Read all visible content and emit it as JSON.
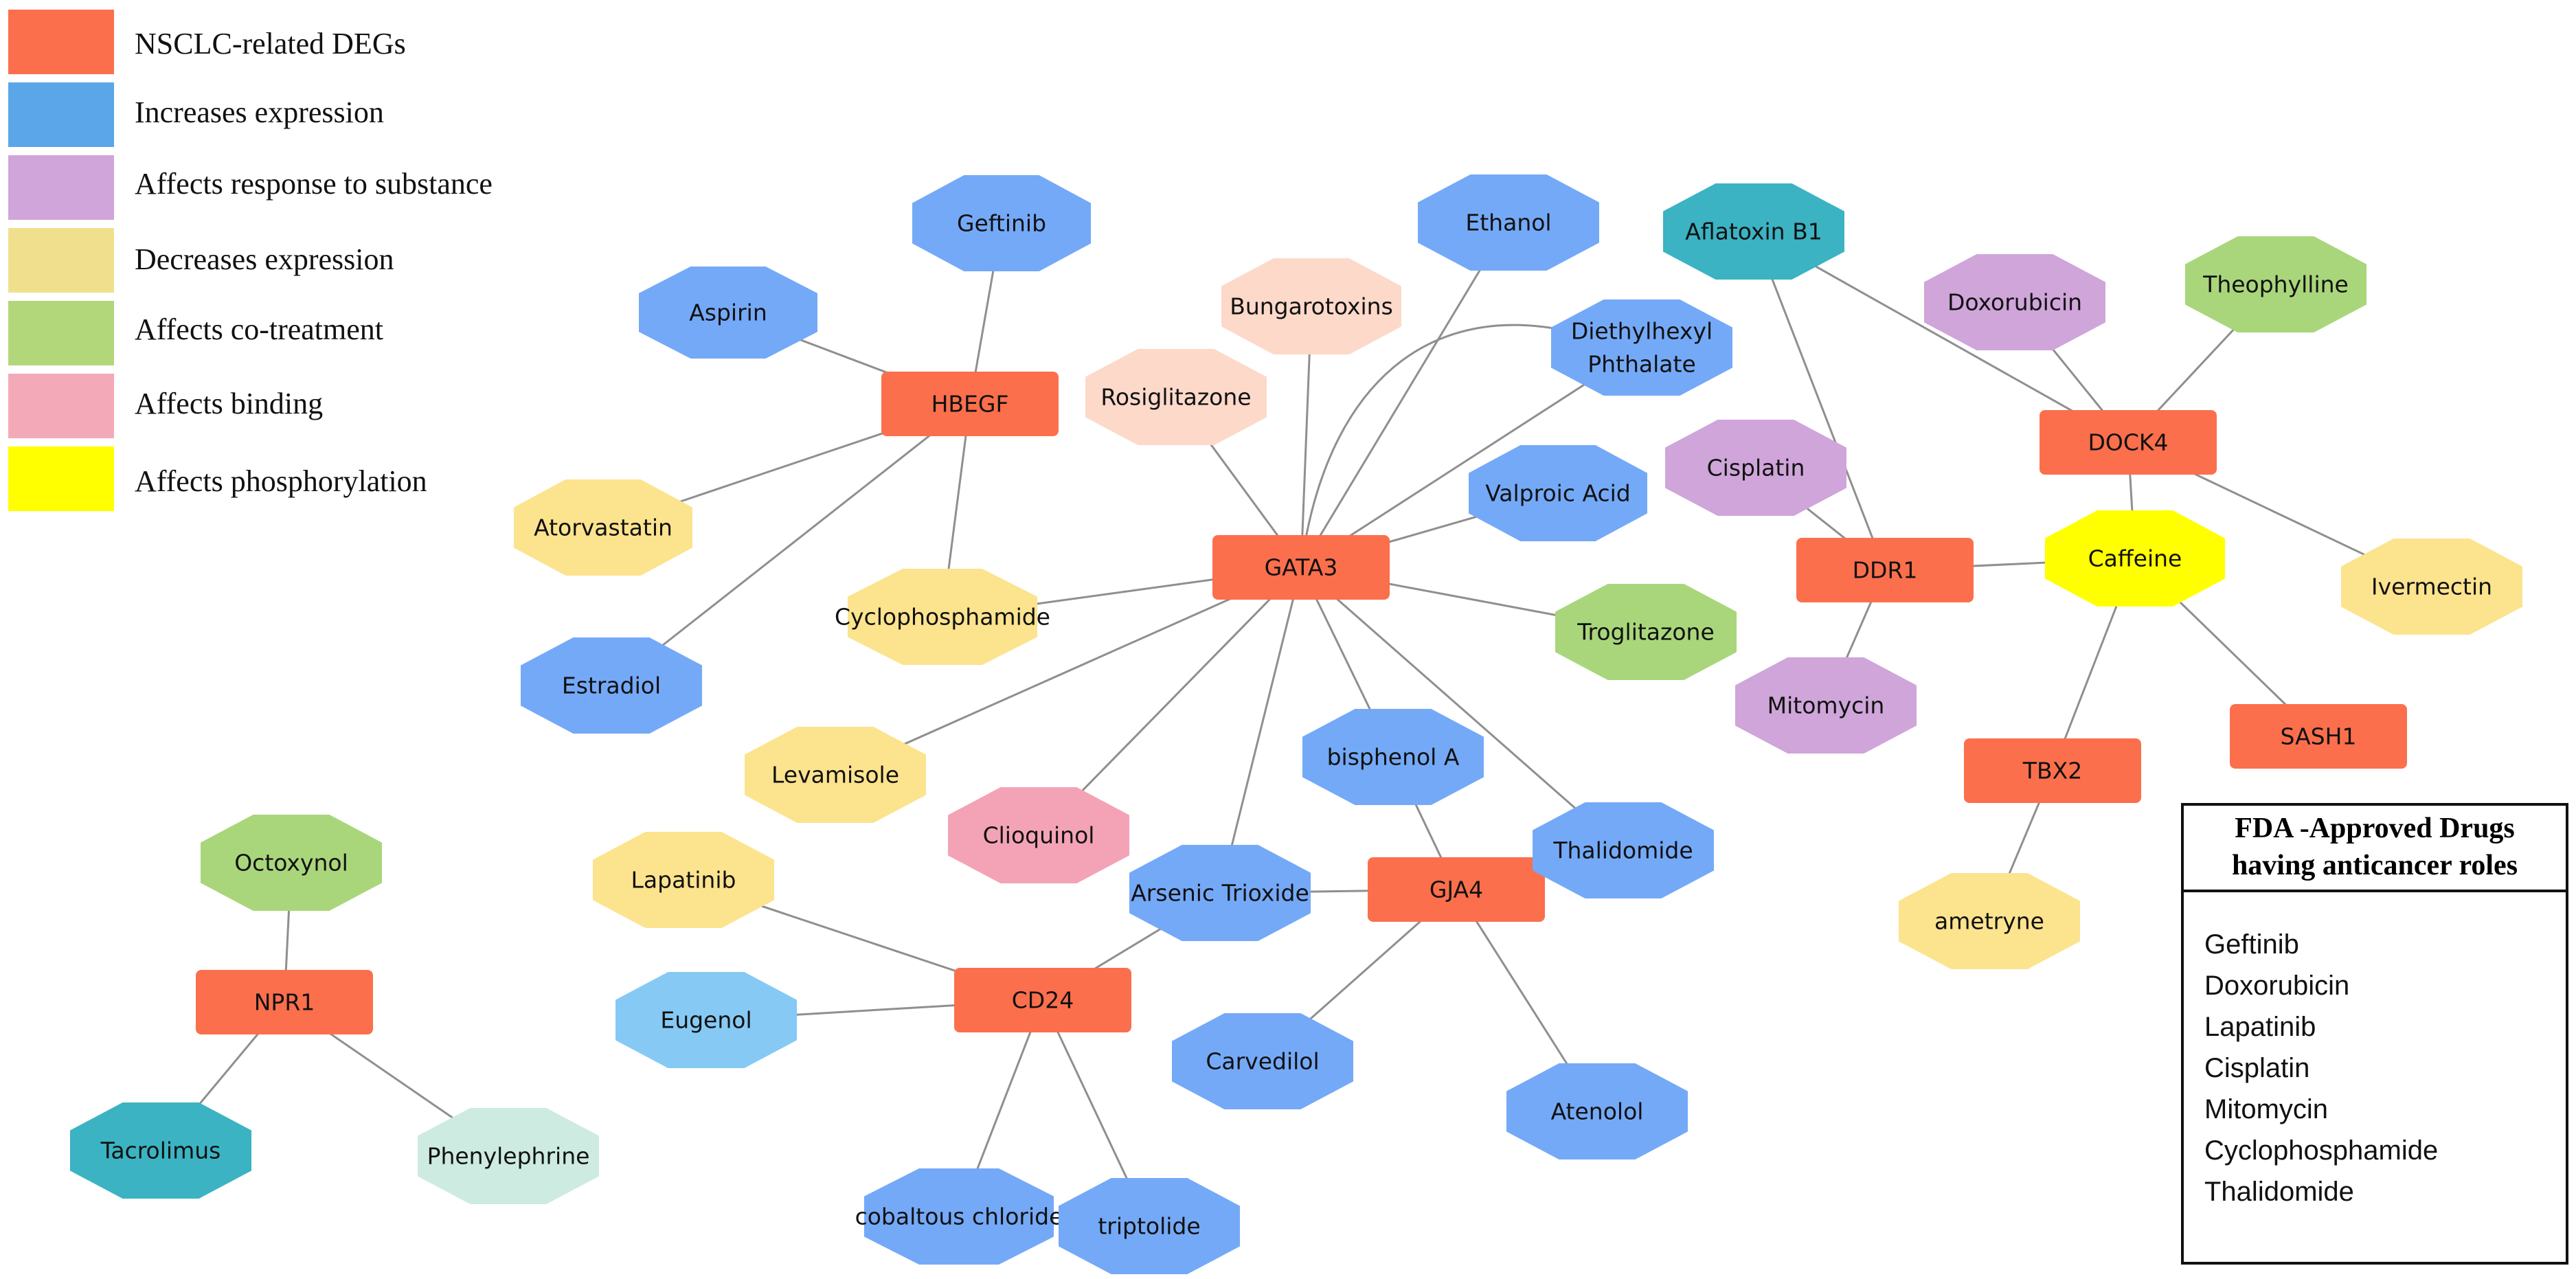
{
  "colors": {
    "gene": "#fb6f4c",
    "increases": "#74a9f7",
    "response": "#cfa5da",
    "decreases": "#fce38e",
    "cotreatment": "#a9d67b",
    "binding": "#f4a3b6",
    "phosphorylation": "#ffff00",
    "bungaro": "#fdd9ca",
    "aflatoxin": "#3bb3c3",
    "tacrolimus": "#3bb3c3",
    "eugenol": "#86c9f5",
    "phenylephrine": "#cdebe0"
  },
  "legend": [
    {
      "label": "NSCLC-related DEGs",
      "color": "#fb6f4c"
    },
    {
      "label": "Increases expression",
      "color": "#5aa6e8"
    },
    {
      "label": "Affects response to substance",
      "color": "#cfa5da"
    },
    {
      "label": "Decreases expression",
      "color": "#f0e08e"
    },
    {
      "label": " Affects co-treatment",
      "color": "#b2d67a"
    },
    {
      "label": "Affects binding",
      "color": "#f4a9b8"
    },
    {
      "label": "Affects phosphorylation",
      "color": "#ffff00"
    }
  ],
  "nodes": {
    "hbegf": {
      "label": "HBEGF",
      "kind": "gene"
    },
    "gata3": {
      "label": "GATA3",
      "kind": "gene"
    },
    "ddr1": {
      "label": "DDR1",
      "kind": "gene"
    },
    "dock4": {
      "label": "DOCK4",
      "kind": "gene"
    },
    "tbx2": {
      "label": "TBX2",
      "kind": "gene"
    },
    "sash1": {
      "label": "SASH1",
      "kind": "gene"
    },
    "gja4": {
      "label": "GJA4",
      "kind": "gene"
    },
    "cd24": {
      "label": "CD24",
      "kind": "gene"
    },
    "npr1": {
      "label": "NPR1",
      "kind": "gene"
    },
    "geftinib": {
      "label": "Geftinib",
      "kind": "increases"
    },
    "aspirin": {
      "label": "Aspirin",
      "kind": "increases"
    },
    "atorvastatin": {
      "label": "Atorvastatin",
      "kind": "decreases"
    },
    "cyclophosphamide": {
      "label": "Cyclophosphamide",
      "kind": "decreases"
    },
    "estradiol": {
      "label": "Estradiol",
      "kind": "increases"
    },
    "bungarotoxins": {
      "label": "Bungarotoxins",
      "kind": "bungaro"
    },
    "rosiglitazone": {
      "label": "Rosiglitazone",
      "kind": "bungaro"
    },
    "ethanol": {
      "label": "Ethanol",
      "kind": "increases"
    },
    "dehp_line1": {
      "label": "Diethylhexyl",
      "kind": "text"
    },
    "dehp_line2": {
      "label": "Phthalate",
      "kind": "text"
    },
    "valproic": {
      "label": "Valproic Acid",
      "kind": "increases"
    },
    "troglitazone": {
      "label": "Troglitazone",
      "kind": "cotreatment"
    },
    "levamisole": {
      "label": "Levamisole",
      "kind": "decreases"
    },
    "clioquinol": {
      "label": "Clioquinol",
      "kind": "binding"
    },
    "bisphenol": {
      "label": "bisphenol A",
      "kind": "increases"
    },
    "thalidomide": {
      "label": "Thalidomide",
      "kind": "increases"
    },
    "arsenic": {
      "label": "Arsenic Trioxide",
      "kind": "increases"
    },
    "lapatinib": {
      "label": "Lapatinib",
      "kind": "decreases"
    },
    "eugenol": {
      "label": "Eugenol",
      "kind": "eugenol"
    },
    "carvedilol": {
      "label": "Carvedilol",
      "kind": "increases"
    },
    "atenolol": {
      "label": "Atenolol",
      "kind": "increases"
    },
    "cobaltous": {
      "label": "cobaltous chloride",
      "kind": "increases"
    },
    "triptolide": {
      "label": "triptolide",
      "kind": "increases"
    },
    "aflatoxin": {
      "label": "Aflatoxin B1",
      "kind": "aflatoxin"
    },
    "doxorubicin": {
      "label": "Doxorubicin",
      "kind": "response"
    },
    "theophylline": {
      "label": "Theophylline",
      "kind": "cotreatment"
    },
    "cisplatin": {
      "label": "Cisplatin",
      "kind": "response"
    },
    "mitomycin": {
      "label": "Mitomycin",
      "kind": "response"
    },
    "caffeine": {
      "label": "Caffeine",
      "kind": "phosphorylation"
    },
    "ivermectin": {
      "label": "Ivermectin",
      "kind": "decreases"
    },
    "ametryne": {
      "label": "ametryne",
      "kind": "decreases"
    },
    "octoxynol": {
      "label": "Octoxynol",
      "kind": "cotreatment"
    },
    "tacrolimus": {
      "label": "Tacrolimus",
      "kind": "tacrolimus"
    },
    "phenylephrine": {
      "label": "Phenylephrine",
      "kind": "phenylephrine"
    }
  },
  "fda_box": {
    "title_line1": "FDA -Approved Drugs",
    "title_line2": "having anticancer roles",
    "items": [
      "Geftinib",
      "Doxorubicin",
      "Lapatinib",
      "Cisplatin",
      "Mitomycin",
      "Cyclophosphamide",
      "Thalidomide"
    ]
  }
}
